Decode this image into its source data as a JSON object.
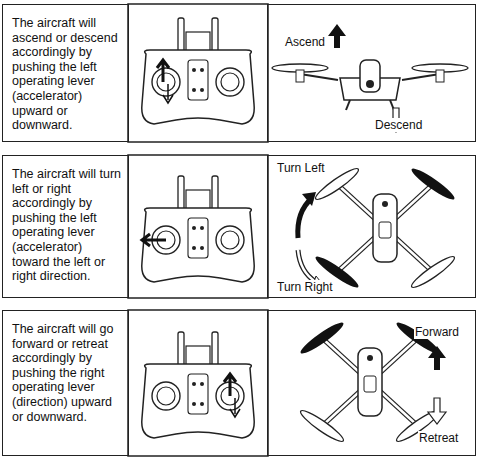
{
  "diagram": {
    "nodes": [
      {
        "text": [
          "The aircraft will ascend or descend accordingly by pushing the left operating lever (accelerator) upward or downward."
        ]
      },
      {
        "text": [
          "Ascend",
          "Descend"
        ]
      },
      {
        "text": [
          "The aircraft will turn left or right accordingly by pushing the left operating lever (accelerator) toward the left or right direction."
        ]
      },
      {
        "text": [
          "Turn Left",
          "Turn Right"
        ]
      },
      {
        "text": [
          "The aircraft will go forward or retreat accordingly by pushing the right operating lever (direction) upward or downward."
        ]
      },
      {
        "text": [
          "Forward",
          "Retreat"
        ]
      }
    ]
  }
}
